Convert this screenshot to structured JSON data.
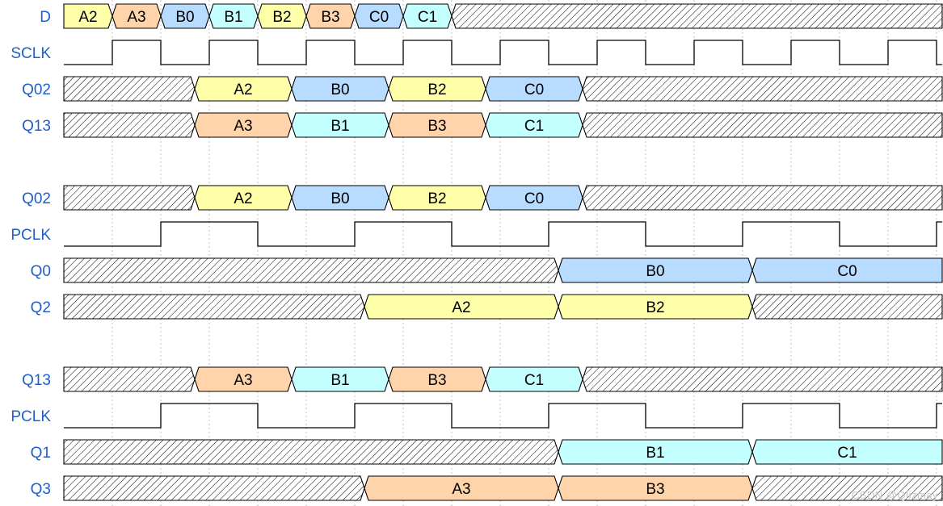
{
  "colors": {
    "label": "#1f5fc8",
    "A2": "#ffffaa",
    "A3": "#ffd4aa",
    "B0": "#b8dcff",
    "B1": "#c4ffff",
    "B2": "#ffffaa",
    "B3": "#ffd4aa",
    "C0": "#b8dcff",
    "C1": "#c4ffff",
    "grid": "#c0c0c0"
  },
  "signals": [
    {
      "name": "D",
      "type": "bus",
      "segments": [
        {
          "t0": 0,
          "t1": 1,
          "label": "A2"
        },
        {
          "t0": 1,
          "t1": 2,
          "label": "A3"
        },
        {
          "t0": 2,
          "t1": 3,
          "label": "B0"
        },
        {
          "t0": 3,
          "t1": 4,
          "label": "B1"
        },
        {
          "t0": 4,
          "t1": 5,
          "label": "B2"
        },
        {
          "t0": 5,
          "t1": 6,
          "label": "B3"
        },
        {
          "t0": 6,
          "t1": 7,
          "label": "C0"
        },
        {
          "t0": 7,
          "t1": 8,
          "label": "C1"
        },
        {
          "t0": 8,
          "t1": 18.2,
          "label": null
        }
      ]
    },
    {
      "name": "SCLK",
      "type": "clock",
      "period": 2,
      "phase": 0,
      "startHigh": false
    },
    {
      "name": "Q02",
      "type": "bus",
      "segments": [
        {
          "t0": 0,
          "t1": 2.7,
          "label": null
        },
        {
          "t0": 2.7,
          "t1": 4.7,
          "label": "A2"
        },
        {
          "t0": 4.7,
          "t1": 6.7,
          "label": "B0"
        },
        {
          "t0": 6.7,
          "t1": 8.7,
          "label": "B2"
        },
        {
          "t0": 8.7,
          "t1": 10.7,
          "label": "C0"
        },
        {
          "t0": 10.7,
          "t1": 18.2,
          "label": null
        }
      ]
    },
    {
      "name": "Q13",
      "type": "bus",
      "segments": [
        {
          "t0": 0,
          "t1": 2.7,
          "label": null
        },
        {
          "t0": 2.7,
          "t1": 4.7,
          "label": "A3"
        },
        {
          "t0": 4.7,
          "t1": 6.7,
          "label": "B1"
        },
        {
          "t0": 6.7,
          "t1": 8.7,
          "label": "B3"
        },
        {
          "t0": 8.7,
          "t1": 10.7,
          "label": "C1"
        },
        {
          "t0": 10.7,
          "t1": 18.2,
          "label": null
        }
      ]
    },
    {
      "name": null,
      "type": "spacer"
    },
    {
      "name": "Q02",
      "type": "bus",
      "segments": [
        {
          "t0": 0,
          "t1": 2.7,
          "label": null
        },
        {
          "t0": 2.7,
          "t1": 4.7,
          "label": "A2"
        },
        {
          "t0": 4.7,
          "t1": 6.7,
          "label": "B0"
        },
        {
          "t0": 6.7,
          "t1": 8.7,
          "label": "B2"
        },
        {
          "t0": 8.7,
          "t1": 10.7,
          "label": "C0"
        },
        {
          "t0": 10.7,
          "t1": 18.2,
          "label": null
        }
      ]
    },
    {
      "name": "PCLK",
      "type": "clock",
      "period": 4,
      "phase": 0,
      "startHigh": false
    },
    {
      "name": "Q0",
      "type": "bus",
      "segments": [
        {
          "t0": 0,
          "t1": 10.2,
          "label": null
        },
        {
          "t0": 10.2,
          "t1": 14.2,
          "label": "B0"
        },
        {
          "t0": 14.2,
          "t1": 18.2,
          "label": "C0"
        }
      ]
    },
    {
      "name": "Q2",
      "type": "bus",
      "segments": [
        {
          "t0": 0,
          "t1": 6.2,
          "label": null
        },
        {
          "t0": 6.2,
          "t1": 10.2,
          "label": "A2"
        },
        {
          "t0": 10.2,
          "t1": 14.2,
          "label": "B2"
        },
        {
          "t0": 14.2,
          "t1": 18.2,
          "label": null
        }
      ]
    },
    {
      "name": null,
      "type": "spacer"
    },
    {
      "name": "Q13",
      "type": "bus",
      "segments": [
        {
          "t0": 0,
          "t1": 2.7,
          "label": null
        },
        {
          "t0": 2.7,
          "t1": 4.7,
          "label": "A3"
        },
        {
          "t0": 4.7,
          "t1": 6.7,
          "label": "B1"
        },
        {
          "t0": 6.7,
          "t1": 8.7,
          "label": "B3"
        },
        {
          "t0": 8.7,
          "t1": 10.7,
          "label": "C1"
        },
        {
          "t0": 10.7,
          "t1": 18.2,
          "label": null
        }
      ]
    },
    {
      "name": "PCLK",
      "type": "clock",
      "period": 4,
      "phase": 0,
      "startHigh": false
    },
    {
      "name": "Q1",
      "type": "bus",
      "segments": [
        {
          "t0": 0,
          "t1": 10.2,
          "label": null
        },
        {
          "t0": 10.2,
          "t1": 14.2,
          "label": "B1"
        },
        {
          "t0": 14.2,
          "t1": 18.2,
          "label": "C1"
        }
      ]
    },
    {
      "name": "Q3",
      "type": "bus",
      "segments": [
        {
          "t0": 0,
          "t1": 6.2,
          "label": null
        },
        {
          "t0": 6.2,
          "t1": 10.2,
          "label": "A3"
        },
        {
          "t0": 10.2,
          "t1": 14.2,
          "label": "B3"
        },
        {
          "t0": 14.2,
          "t1": 18.2,
          "label": null
        }
      ]
    }
  ],
  "watermark": "CSDN @Qlizmay"
}
